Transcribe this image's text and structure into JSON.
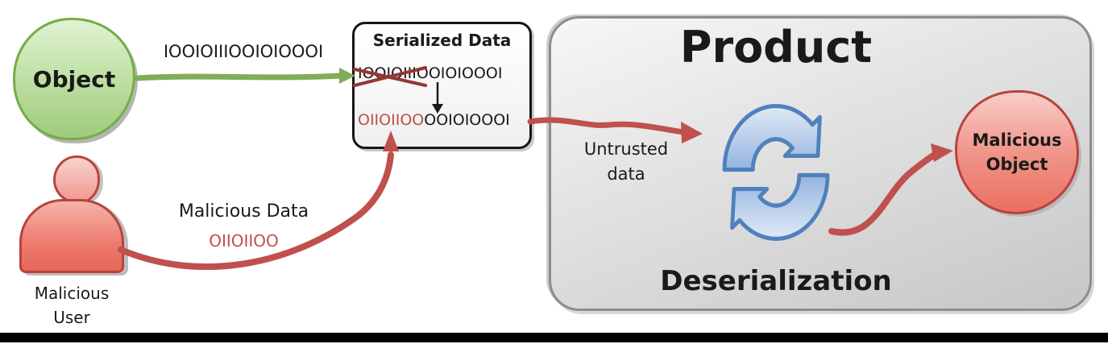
{
  "object_node": {
    "label": "Object"
  },
  "serialization_arrow": {
    "binary": "IOOIOIIIOOIOIOOOI"
  },
  "serialized_box": {
    "title": "Serialized Data",
    "original_prefix": "IOOIOIII",
    "suffix": "OOIOIOOOI",
    "injected_prefix": "OIIOIIOO"
  },
  "malicious_user": {
    "line1": "Malicious",
    "line2": "User"
  },
  "malicious_data": {
    "label": "Malicious Data",
    "binary": "OIIOIIOO"
  },
  "untrusted_data": {
    "line1": "Untrusted",
    "line2": "data"
  },
  "product": {
    "title": "Product",
    "process": "Deserialization"
  },
  "malicious_object": {
    "line1": "Malicious",
    "line2": "Object"
  },
  "colors": {
    "green_accent": "#77ad45",
    "green_arrow": "#7fae58",
    "green_fill_top": "#dff2d2",
    "green_fill_bottom": "#9ecb7b",
    "red_accent": "#c0504d",
    "red_border": "#b8433e",
    "red_fill_top": "#f9cdc8",
    "red_fill_bottom": "#ea7060",
    "dark_red_strike": "#943634",
    "blue_accent": "#4f81bd",
    "blue_fill_light": "#e0eaf7",
    "blue_fill_dark": "#94b3de",
    "product_box_gray": "#c6c6c6",
    "black": "#111111"
  }
}
